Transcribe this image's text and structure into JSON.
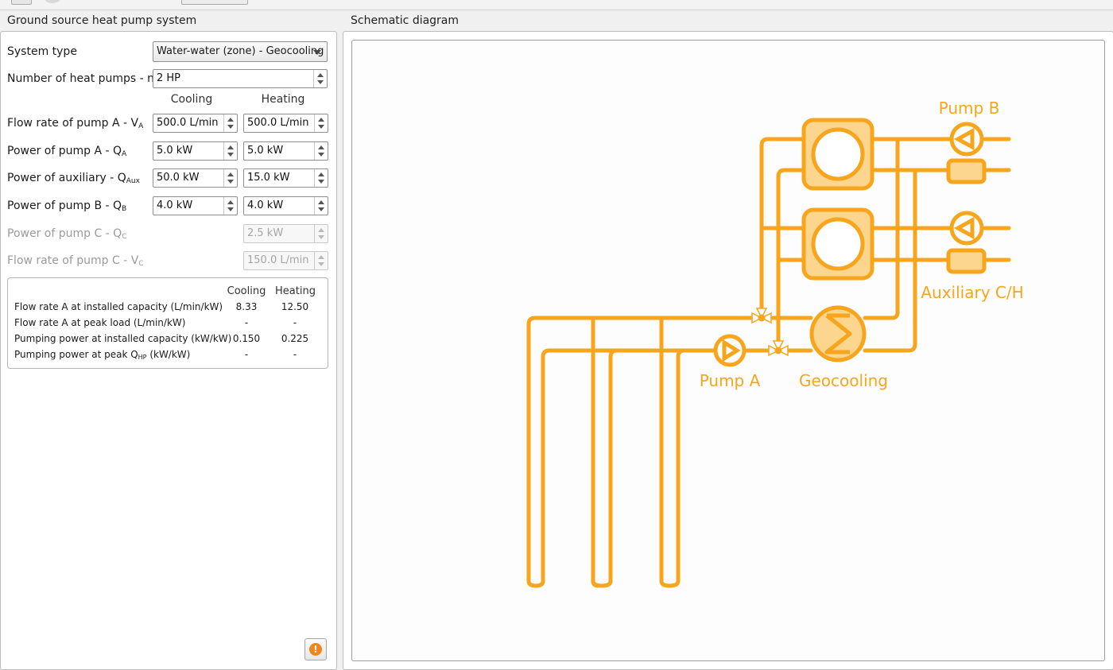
{
  "left_title": "Ground source heat pump system",
  "right_title": "Schematic diagram",
  "system_type": {
    "label": "System type",
    "value": "Water-water (zone) - Geocooling"
  },
  "num_hp": {
    "label": "Number of heat pumps - n",
    "sub": "HP",
    "value": "2 HP"
  },
  "columns": {
    "cooling": "Cooling",
    "heating": "Heating"
  },
  "rows": [
    {
      "label": "Flow rate of pump A - V",
      "sub": "A",
      "cooling": "500.0 L/min",
      "heating": "500.0 L/min"
    },
    {
      "label": "Power of pump A - Q",
      "sub": "A",
      "cooling": "5.0 kW",
      "heating": "5.0 kW"
    },
    {
      "label": "Power of auxiliary - Q",
      "sub": "Aux",
      "cooling": "50.0 kW",
      "heating": "15.0 kW"
    },
    {
      "label": "Power of pump B - Q",
      "sub": "B",
      "cooling": "4.0 kW",
      "heating": "4.0 kW"
    },
    {
      "label": "Power of pump C - Q",
      "sub": "C",
      "heating": "2.5 kW"
    },
    {
      "label": "Flow rate of pump C - V",
      "sub": "C",
      "heating": "150.0 L/min"
    }
  ],
  "summary": {
    "cooling": "Cooling",
    "heating": "Heating",
    "rows": [
      {
        "label": "Flow rate A at installed capacity (L/min/kW)",
        "cooling": "8.33",
        "heating": "12.50"
      },
      {
        "label": "Flow rate A at peak load (L/min/kW)",
        "cooling": "-",
        "heating": "-"
      },
      {
        "label": "Pumping power at installed capacity (kW/kW)",
        "cooling": "0.150",
        "heating": "0.225"
      },
      {
        "label_pre": "Pumping power at peak Q",
        "label_sub": "HP",
        "label_post": " (kW/kW)",
        "cooling": "-",
        "heating": "-"
      }
    ]
  },
  "warning_button": "!",
  "diagram": {
    "color": "#f7a51c",
    "fill": "#fcd58f",
    "labels": {
      "pump_b": "Pump B",
      "auxiliary": "Auxiliary C/H",
      "pump_a": "Pump A",
      "geocooling": "Geocooling"
    }
  }
}
